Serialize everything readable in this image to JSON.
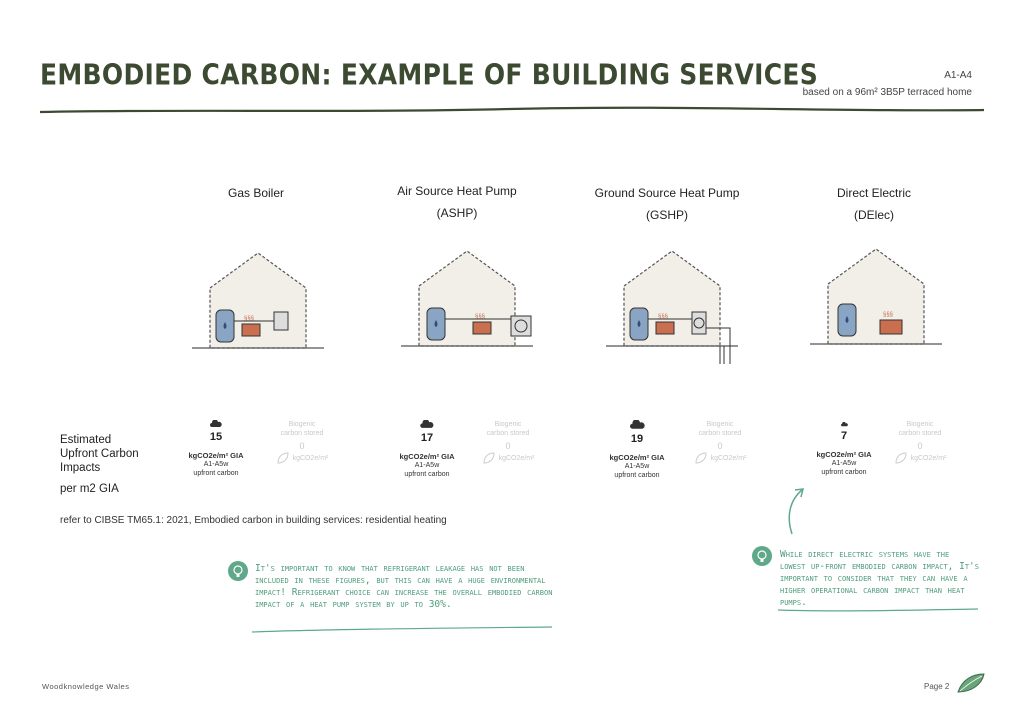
{
  "header": {
    "title": "EMBODIED CARBON: EXAMPLE OF BUILDING SERVICES",
    "ref_code": "A1-A4",
    "subtitle": "based on a 96m² 3B5P terraced home"
  },
  "systems": [
    {
      "title": "Gas Boiler",
      "abbrev": "",
      "value": "15",
      "unit": "kgCO2e/m² GIA",
      "stage": "A1-A5w",
      "note": "upfront carbon",
      "bio_label_1": "Biogenic",
      "bio_label_2": "carbon stored",
      "bio_value": "0",
      "bio_unit": "kgCO2e/m²"
    },
    {
      "title": "Air Source Heat Pump",
      "abbrev": "(ASHP)",
      "value": "17",
      "unit": "kgCO2e/m² GIA",
      "stage": "A1-A5w",
      "note": "upfront carbon",
      "bio_label_1": "Biogenic",
      "bio_label_2": "carbon stored",
      "bio_value": "0",
      "bio_unit": "kgCO2e/m²"
    },
    {
      "title": "Ground Source Heat Pump",
      "abbrev": "(GSHP)",
      "value": "19",
      "unit": "kgCO2e/m² GIA",
      "stage": "A1-A5w",
      "note": "upfront carbon",
      "bio_label_1": "Biogenic",
      "bio_label_2": "carbon stored",
      "bio_value": "0",
      "bio_unit": "kgCO2e/m²"
    },
    {
      "title": "Direct Electric",
      "abbrev": "(DElec)",
      "value": "7",
      "unit": "kgCO2e/m² GIA",
      "stage": "A1-A5w",
      "note": "upfront carbon",
      "bio_label_1": "Biogenic",
      "bio_label_2": "carbon stored",
      "bio_value": "0",
      "bio_unit": "kgCO2e/m²"
    }
  ],
  "labels": {
    "estimated_1": "Estimated",
    "estimated_2": "Upfront Carbon",
    "estimated_3": "Impacts",
    "per_gia": "per m2 GIA",
    "reference": "refer to CIBSE TM65.1: 2021, Embodied carbon in building services: residential heating"
  },
  "notes": {
    "note1": "It's important to know that refrigerant leakage has not been included in these figures, but this can have a huge environmental impact! Refrigerant choice can increase the overall embodied carbon impact of a heat pump system by up to 30%.",
    "note2": "While direct electric systems have the lowest up-front embodied carbon impact, It's important to consider that they can have a higher operational carbon impact than heat pumps."
  },
  "footer": {
    "org": "Woodknowledge Wales",
    "page": "Page 2"
  },
  "icons": {
    "cloud": "cloud-icon",
    "leaf": "leaf-icon",
    "bulb": "lightbulb-icon",
    "house": "house-illustration"
  },
  "colors": {
    "title": "#3d4a32",
    "accent_green": "#5fa889",
    "house_fill": "#f1efe7",
    "radiator": "#c96f50",
    "cylinder": "#8aa4c4"
  }
}
